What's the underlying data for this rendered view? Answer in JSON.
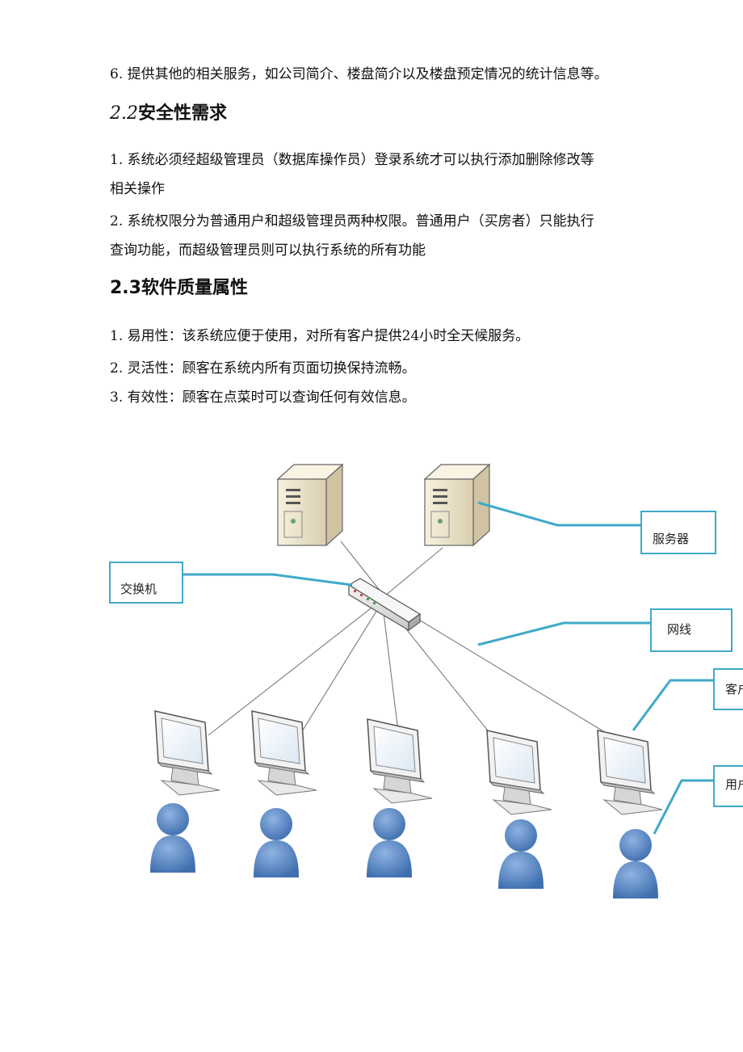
{
  "section_services": {
    "item6": "6. 提供其他的相关服务，如公司简介、楼盘简介以及楼盘预定情况的统计信息等。"
  },
  "section_security": {
    "heading_num": "2.2",
    "heading_text": "安全性需求",
    "item1_line1": "1. 系统必须经超级管理员（数据库操作员）登录系统才可以执行添加删除修改等",
    "item1_line2": "相关操作",
    "item2_line1": "2. 系统权限分为普通用户和超级管理员两种权限。普通用户（买房者）只能执行",
    "item2_line2": "查询功能，而超级管理员则可以执行系统的所有功能"
  },
  "section_quality": {
    "heading": "2.3软件质量属性",
    "item1": "1. 易用性：该系统应便于使用，对所有客户提供24小时全天候服务。",
    "item2": "2. 灵活性：顾客在系统内所有页面切换保持流畅。",
    "item3": "3. 有效性：顾客在点菜时可以查询任何有效信息。"
  },
  "diagram": {
    "labels": {
      "server": "服务器",
      "switch": "交换机",
      "cable": "网线",
      "client": "客户",
      "user": "用户"
    },
    "colors": {
      "callout": "#3fa9c9",
      "server_body": "#efe7cf",
      "monitor_frame": "#f0f0f0",
      "screen": "#eef5fb",
      "person": "#4f7fbf",
      "wire": "#777777"
    }
  }
}
